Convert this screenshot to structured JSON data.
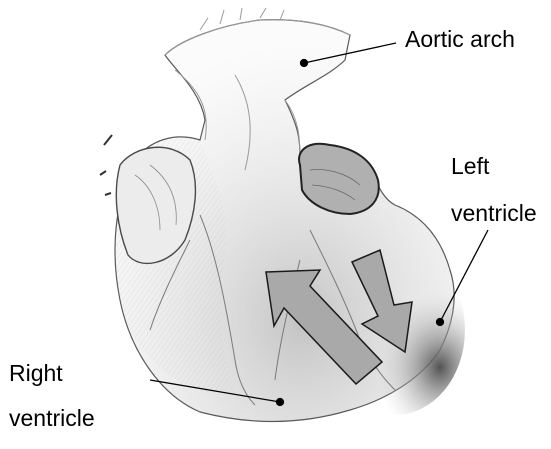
{
  "figure": {
    "subject": "heart-anatomy",
    "labels": {
      "aortic_arch": "Aortic arch",
      "left_ventricle_line1": "Left",
      "left_ventricle_line2": "ventricle",
      "right_ventricle_line1": "Right",
      "right_ventricle_line2": "ventricle"
    },
    "arrows": [
      {
        "name": "upward-flow-arrow",
        "direction": "up-left"
      },
      {
        "name": "downward-flow-arrow",
        "direction": "down-right"
      }
    ],
    "colors": {
      "arrow_fill": "#a9a9a9",
      "arrow_stroke": "#1a1a1a",
      "ink": "#000000",
      "sketch_shade": "#c8c8c8"
    }
  }
}
